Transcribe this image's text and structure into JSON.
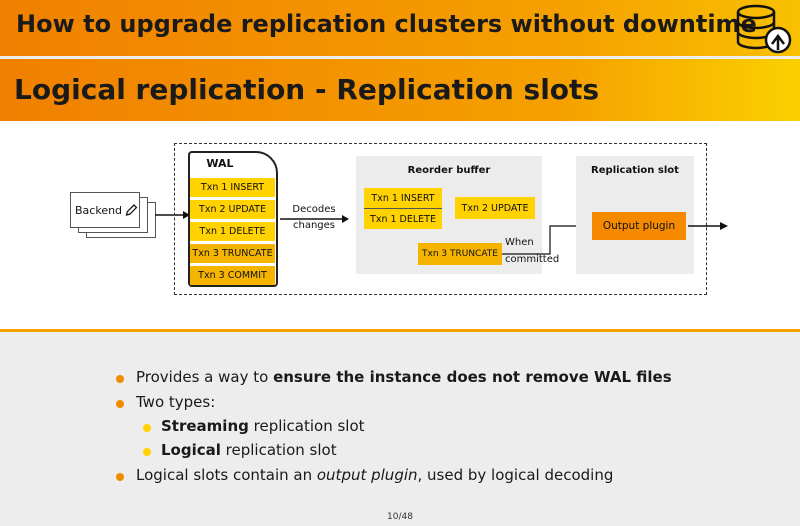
{
  "header": {
    "title": "How to upgrade replication clusters without downtime",
    "logo_icon": "database-upgrade-icon"
  },
  "subheader": {
    "title": "Logical replication - Replication slots"
  },
  "diagram": {
    "backend_label": "Backend",
    "wal": {
      "title": "WAL",
      "rows": [
        "Txn 1 INSERT",
        "Txn 2 UPDATE",
        "Txn 1 DELETE",
        "Txn 3 TRUNCATE",
        "Txn 3 COMMIT"
      ]
    },
    "decodes_label": "Decodes\nchanges",
    "reorder_buffer": {
      "title": "Reorder buffer",
      "txn1_insert": "Txn 1 INSERT",
      "txn1_delete": "Txn 1 DELETE",
      "txn2_update": "Txn 2 UPDATE",
      "txn3_truncate": "Txn 3 TRUNCATE"
    },
    "when_committed_label": "When\ncommitted",
    "replication_slot": {
      "title": "Replication slot",
      "output_plugin": "Output plugin"
    },
    "colors": {
      "yellow": "#ffd200",
      "orange": "#f5b400",
      "output_plugin": "#f58a00"
    }
  },
  "bullets": {
    "b1_pre": "Provides a way to ",
    "b1_bold": "ensure the instance does not remove WAL files",
    "b2": "Two types:",
    "b2a_bold": "Streaming",
    "b2a_rest": " replication slot",
    "b2b_bold": "Logical",
    "b2b_rest": " replication slot",
    "b3_pre": "Logical slots contain an ",
    "b3_ital": "output plugin",
    "b3_post": ", used by logical decoding"
  },
  "page_number": "10/48"
}
